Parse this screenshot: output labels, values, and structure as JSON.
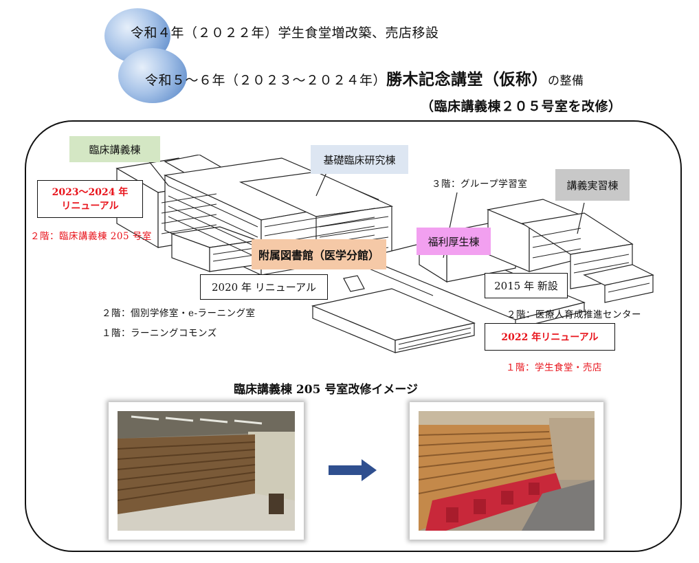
{
  "header": {
    "line1": "令和４年（２０２２年）学生食堂増改築、売店移設",
    "line2_main": "令和５～６年（２０２３～２０２４年）",
    "line2_emph": "勝木記念講堂（仮称）",
    "line2_tail": "の整備",
    "line3": "（臨床講義棟２０５号室を改修）"
  },
  "buildings": {
    "rinsho": "臨床講義棟",
    "kiso": "基礎臨床研究棟",
    "kogi": "講義実習棟",
    "fukuri": "福利厚生棟",
    "library": "附属図書館（医学分館）"
  },
  "annotations": {
    "renew_2023_line1": "2023～2024 年",
    "renew_2023_line2": "リニューアル",
    "floor2_rinsho": "２階：臨床講義棟 205 号室",
    "floor3_group": "３階：グループ学習室",
    "renew_2020": "2020 年 リニューアル",
    "new_2015": "2015 年 新設",
    "lib_floor2": "２階：個別学修室・e-ラーニング室",
    "lib_floor1": "１階：ラーニングコモンズ",
    "fukuri_floor2": "２階：医療人育成推進センター",
    "renew_2022": "2022 年リニューアル",
    "fukuri_floor1": "１階：学生食堂・売店"
  },
  "images": {
    "caption": "臨床講義棟 205 号室改修イメージ"
  },
  "colors": {
    "accent_red": "#e8131b",
    "arrow_blue": "#2f4f8f",
    "circle_blue": "#4d7fc4"
  }
}
